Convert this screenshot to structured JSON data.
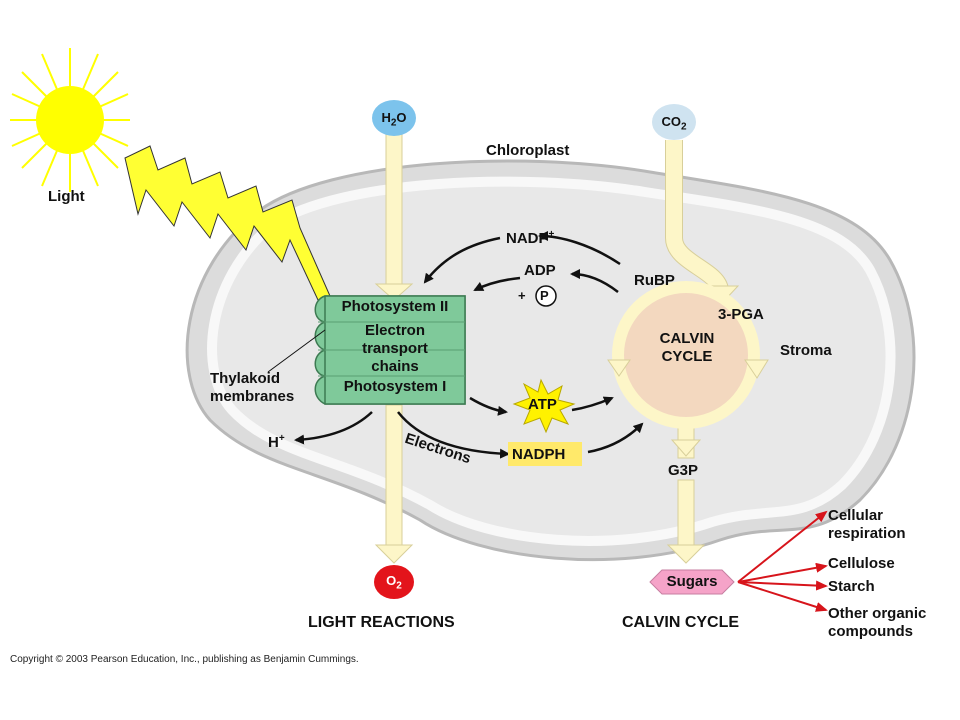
{
  "labels": {
    "light": "Light",
    "chloroplast": "Chloroplast",
    "h2o": "H",
    "h2o_sub": "2",
    "h2o_end": "O",
    "co2": "CO",
    "co2_sub": "2",
    "o2": "O",
    "o2_sub": "2",
    "nadp_plus": "NADP",
    "nadp_plus_sup": "+",
    "adp": "ADP",
    "plus_p_plus": "+",
    "p": "P",
    "rubp": "RuBP",
    "pga": "3-PGA",
    "calvin_cycle_line1": "CALVIN",
    "calvin_cycle_line2": "CYCLE",
    "stroma": "Stroma",
    "photosystem_ii": "Photosystem II",
    "electron": "Electron",
    "transport": "transport",
    "chains": "chains",
    "photosystem_i": "Photosystem I",
    "thylakoid": "Thylakoid",
    "membranes": "membranes",
    "h_plus": "H",
    "h_plus_sup": "+",
    "atp": "ATP",
    "nadph": "NADPH",
    "electrons": "Electrons",
    "g3p": "G3P",
    "sugars": "Sugars",
    "cellular_respiration_1": "Cellular",
    "cellular_respiration_2": "respiration",
    "cellulose": "Cellulose",
    "starch": "Starch",
    "other_organic_1": "Other organic",
    "other_organic_2": "compounds",
    "light_reactions": "LIGHT REACTIONS",
    "calvin_cycle_caption": "CALVIN CYCLE"
  },
  "copyright": "Copyright © 2003 Pearson Education, Inc., publishing as Benjamin Cummings.",
  "colors": {
    "sun": "#ffff00",
    "chloroplast_fill": "#dcdcdc",
    "chloroplast_border": "#b8b8b8",
    "stroma_fill": "#e8e8e8",
    "thylakoid": "#7fc99a",
    "calvin_fill": "#f3d8bf",
    "arrow_pale": "#fdf6c8",
    "h2o_bubble": "#7cc3ec",
    "co2_bubble": "#cfe3f0",
    "o2_bubble": "#e3141b",
    "atp_star": "#fff200",
    "nadph_box": "#ffe96a",
    "sugars_hex": "#f5a3c8",
    "output_arrows": "#d7141b"
  }
}
